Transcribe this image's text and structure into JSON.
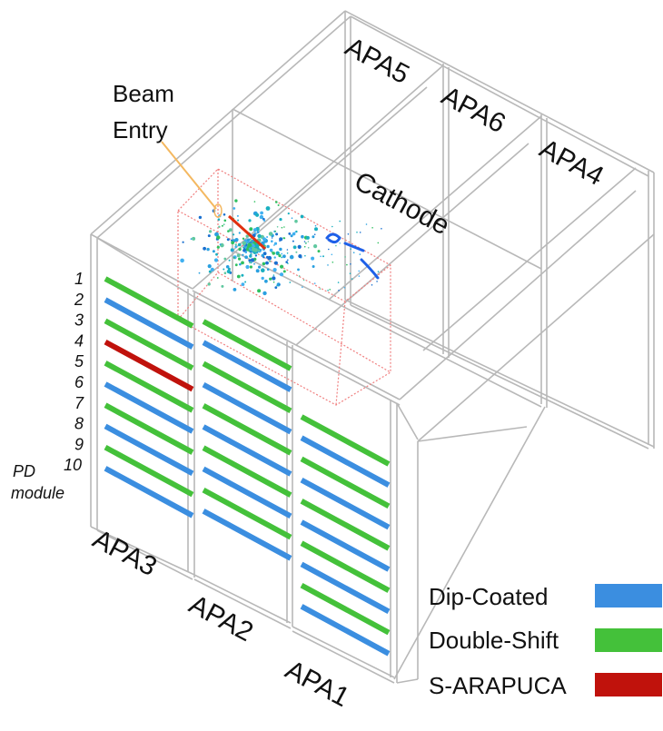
{
  "labels": {
    "beam_entry_line1": "Beam",
    "beam_entry_line2": "Entry",
    "cathode": "Cathode",
    "apa5": "APA5",
    "apa6": "APA6",
    "apa4": "APA4",
    "apa3": "APA3",
    "apa2": "APA2",
    "apa1": "APA1",
    "pd_module_line1": "PD",
    "pd_module_line2": "module"
  },
  "module_numbers": [
    "1",
    "2",
    "3",
    "4",
    "5",
    "6",
    "7",
    "8",
    "9",
    "10"
  ],
  "legend": [
    {
      "label": "Dip-Coated",
      "color": "#3b8ee0"
    },
    {
      "label": "Double-Shift",
      "color": "#44c13a"
    },
    {
      "label": "S-ARAPUCA",
      "color": "#c0120c"
    }
  ],
  "apa3_modules": [
    "Double-Shift",
    "Dip-Coated",
    "Double-Shift",
    "S-ARAPUCA",
    "Double-Shift",
    "Dip-Coated",
    "Double-Shift",
    "Dip-Coated",
    "Double-Shift",
    "Dip-Coated"
  ],
  "apa2_modules": [
    "Double-Shift",
    "Dip-Coated",
    "Double-Shift",
    "Dip-Coated",
    "Double-Shift",
    "Dip-Coated",
    "Double-Shift",
    "Dip-Coated",
    "Double-Shift",
    "Dip-Coated"
  ],
  "apa1_modules": [
    "Double-Shift",
    "Dip-Coated",
    "Double-Shift",
    "Dip-Coated",
    "Double-Shift",
    "Dip-Coated",
    "Double-Shift",
    "Dip-Coated",
    "Double-Shift",
    "Dip-Coated"
  ],
  "colors": {
    "frame": "#b8b8b8",
    "track_box": "#f08080",
    "beam_line": "#f4b860"
  }
}
